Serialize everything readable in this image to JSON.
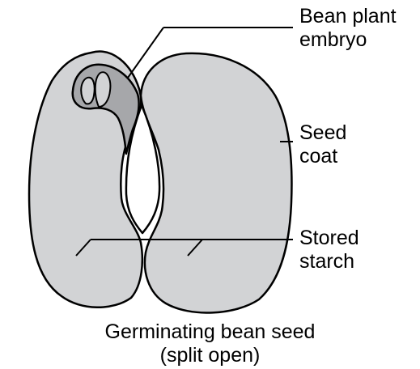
{
  "labels": {
    "embryo": [
      "Bean plant",
      "embryo"
    ],
    "seed_coat": [
      "Seed",
      "coat"
    ],
    "starch": [
      "Stored",
      "starch"
    ]
  },
  "caption": {
    "line1": "Germinating bean seed",
    "line2": "(split open)"
  },
  "colors": {
    "seed_fill": "#d2d3d5",
    "embryo_fill": "#a6a7aa",
    "outline": "#000000",
    "gap": "#ffffff"
  }
}
